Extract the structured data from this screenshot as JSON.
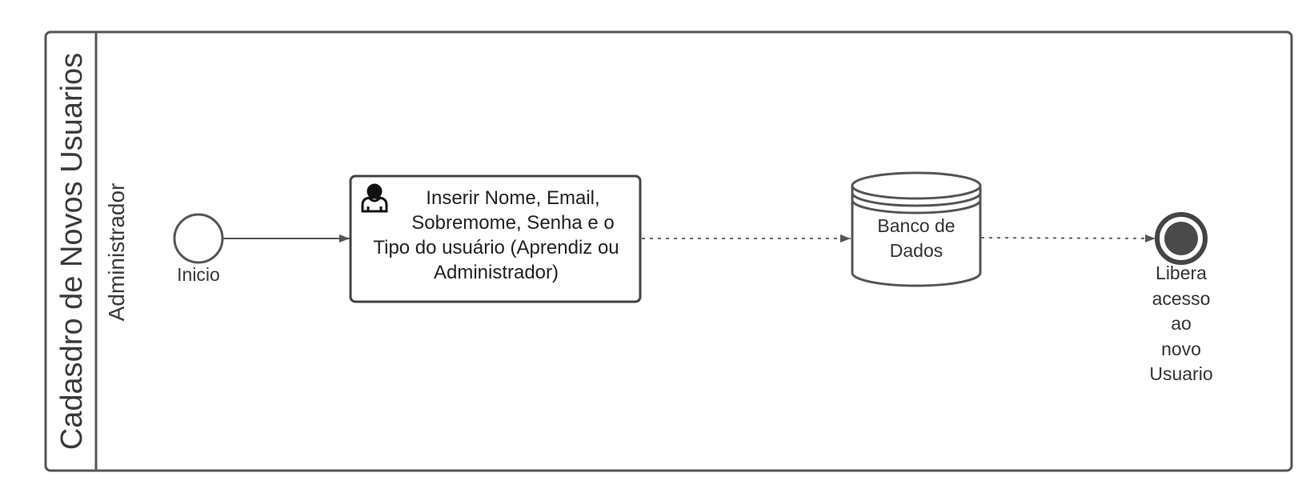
{
  "pool": {
    "title": "Cadasdro de Novos Usuarios"
  },
  "lane": {
    "title": "Administrador"
  },
  "start_event": {
    "label": "Inicio"
  },
  "task": {
    "icon": "user-icon",
    "label_lines": [
      "Inserir Nome, Email,",
      "Sobremome, Senha e o",
      "Tipo do usuário (Aprendiz ou",
      "Administrador)"
    ]
  },
  "datastore": {
    "label_lines": [
      "Banco de",
      "Dados"
    ]
  },
  "end_event": {
    "label_lines": [
      "Libera",
      "acesso",
      "ao",
      "novo",
      "Usuario"
    ]
  },
  "colors": {
    "stroke": "#4a4a4a",
    "end_fill": "#4a4a4a"
  }
}
